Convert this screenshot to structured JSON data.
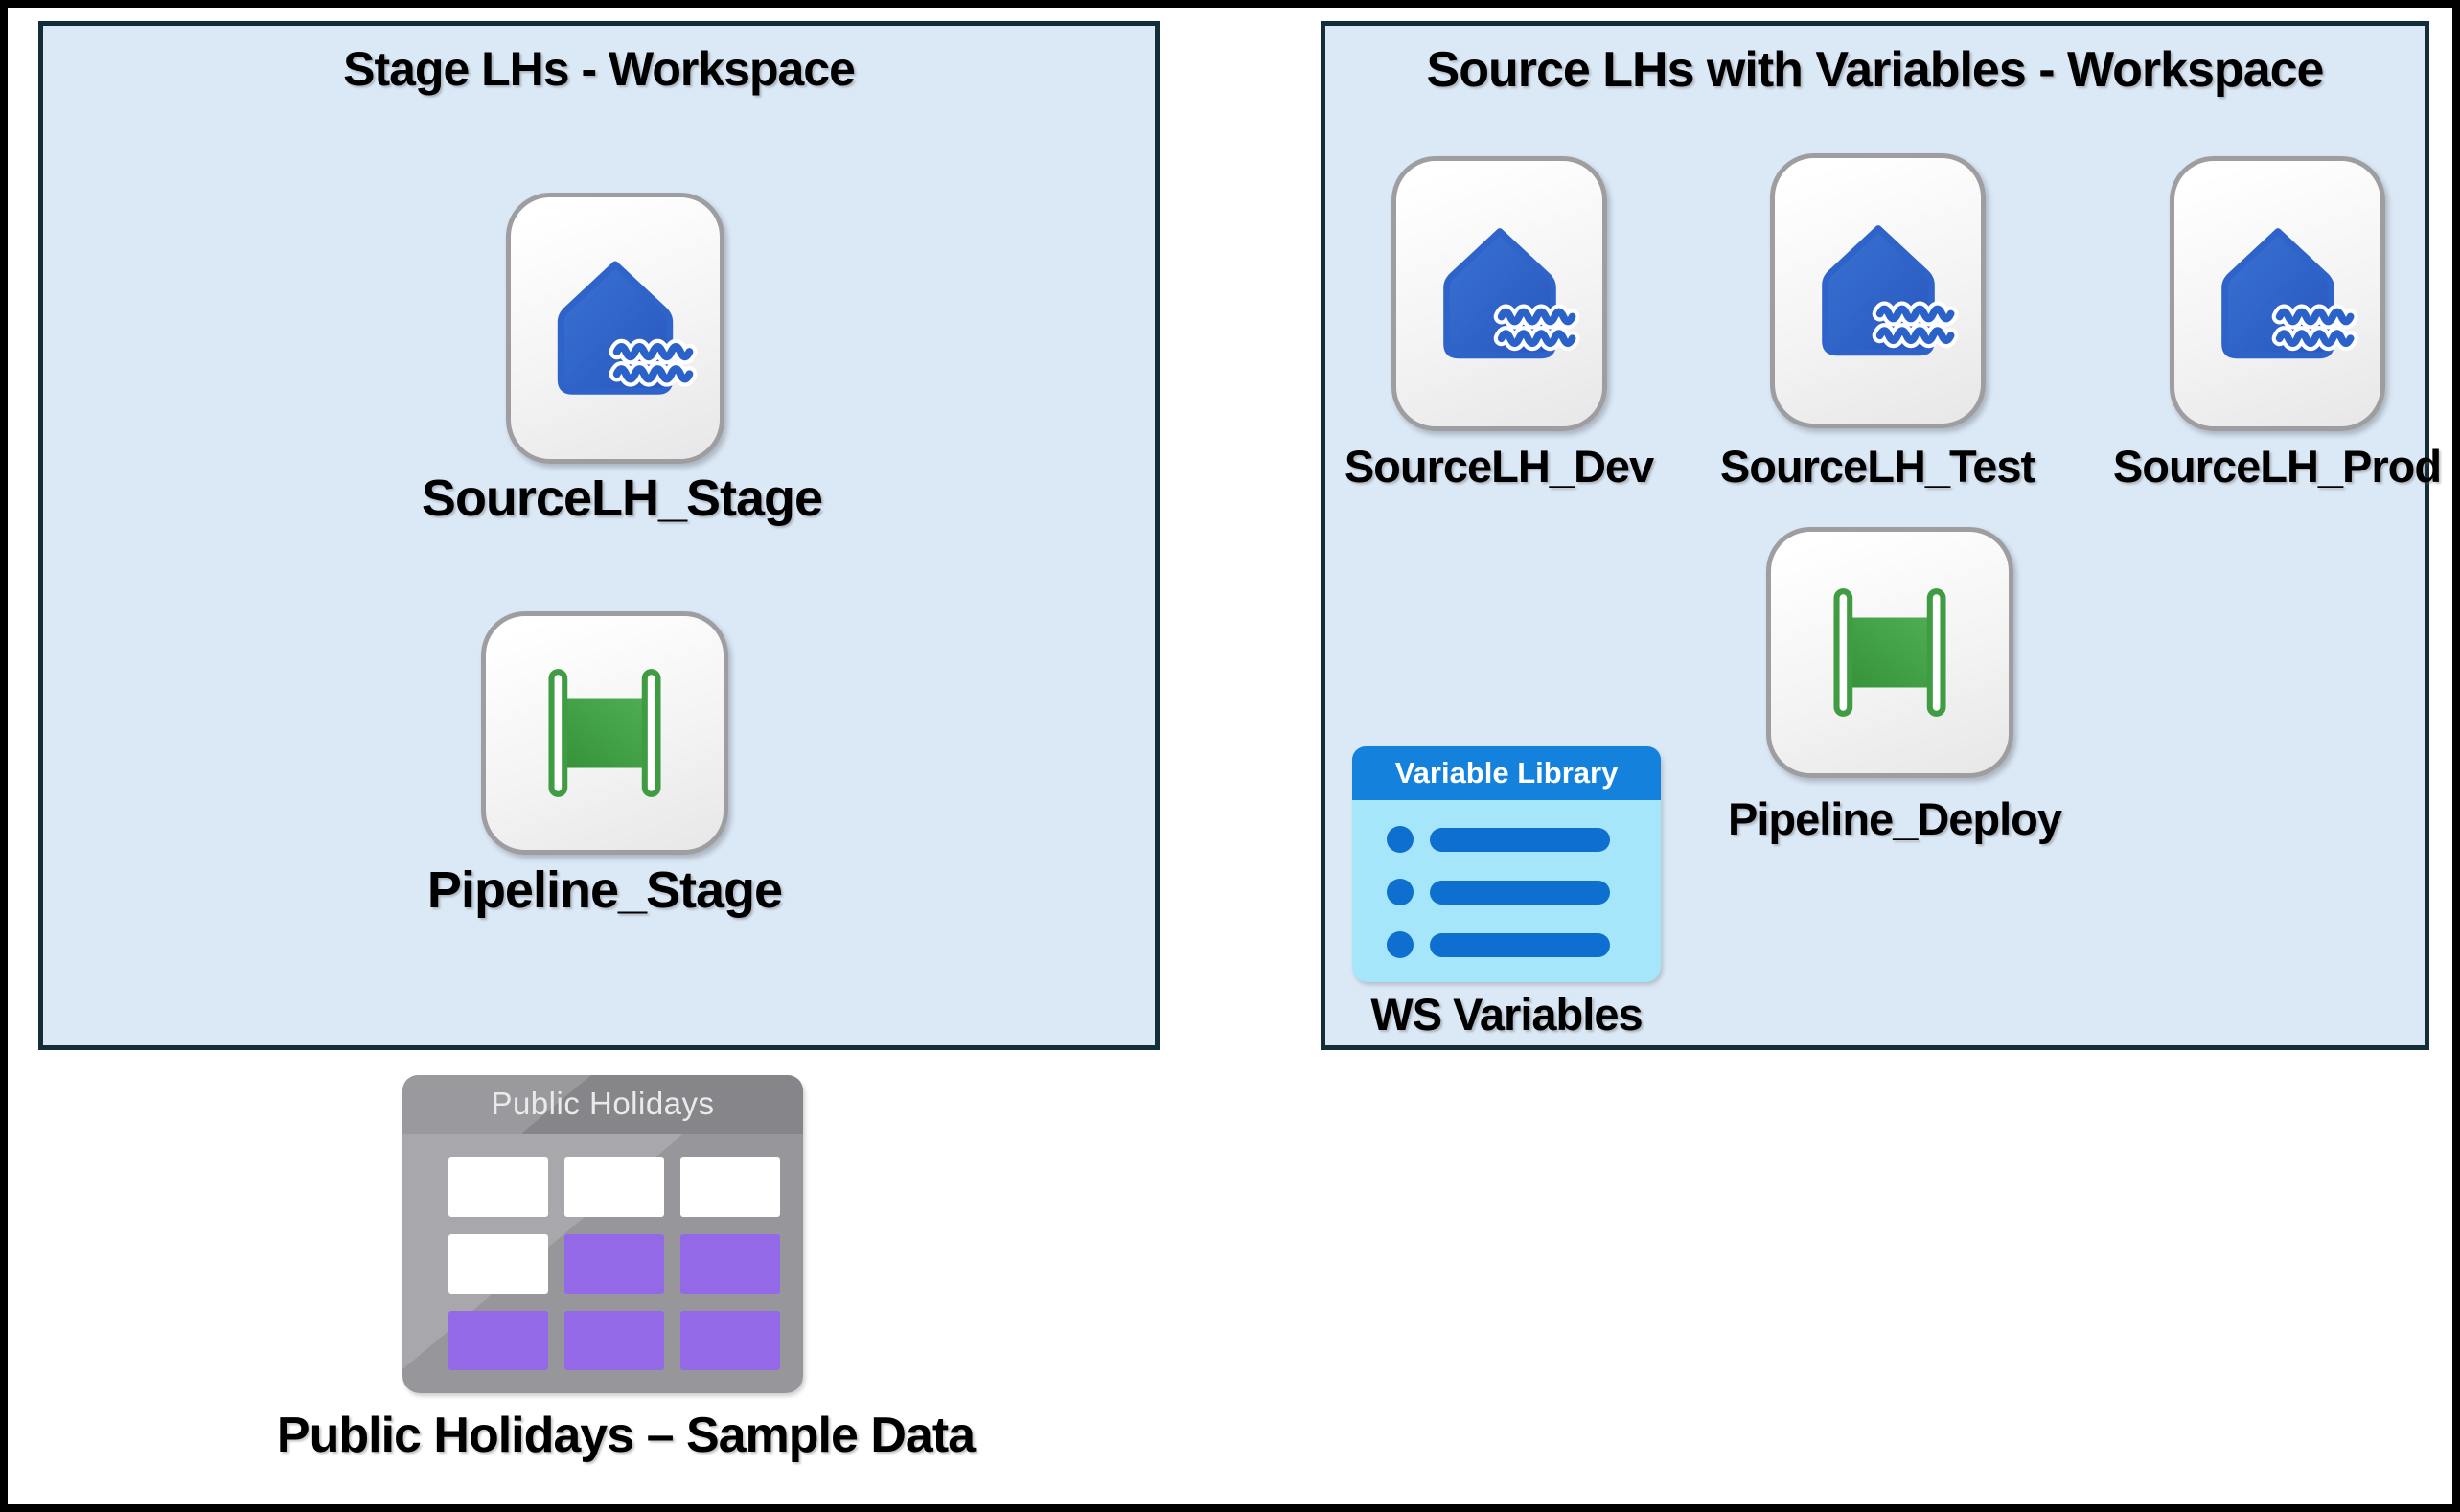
{
  "colors": {
    "frame": "#000000",
    "workspace-fill": "#dbe8f6",
    "workspace-border": "#132e38",
    "card-border": "#9e9ea1",
    "lakehouse-blue-1": "#3a72d2",
    "lakehouse-blue-2": "#2857be",
    "wave-blue": "#2b62c9",
    "pipeline-green": "#3f9c43",
    "pipeline-green-dark": "#35923a",
    "pipeline-green-light": "#4fae53",
    "vl-header-blue": "#1482dd",
    "vl-body-blue": "#a5e6fb",
    "vl-item-blue": "#0f6fd0",
    "ph-gray": "#97979b",
    "ph-gray-light": "#a8a8ac",
    "ph-header-gray": "#86868a",
    "ph-header-gray-light": "#9a9a9e",
    "ph-purple": "#9469e8",
    "label-black": "#000000"
  },
  "left_workspace": {
    "title": "Stage LHs - Workspace",
    "items": [
      {
        "label": "SourceLH_Stage",
        "icon": "lakehouse-icon"
      },
      {
        "label": "Pipeline_Stage",
        "icon": "pipeline-icon"
      }
    ]
  },
  "right_workspace": {
    "title": "Source LHs with Variables - Workspace",
    "items": [
      {
        "label": "SourceLH_Dev",
        "icon": "lakehouse-icon"
      },
      {
        "label": "SourceLH_Test",
        "icon": "lakehouse-icon"
      },
      {
        "label": "SourceLH_Prod",
        "icon": "lakehouse-icon"
      },
      {
        "label": "Pipeline_Deploy",
        "icon": "pipeline-icon"
      },
      {
        "label": "WS Variables",
        "icon": "variable-library-icon",
        "icon_header": "Variable Library"
      }
    ]
  },
  "sample_data": {
    "icon": "table-icon",
    "icon_header": "Public Holidays",
    "label": "Public Holidays – Sample Data",
    "grid": [
      "white",
      "white",
      "white",
      "white",
      "purple",
      "purple",
      "purple",
      "purple",
      "purple"
    ]
  }
}
